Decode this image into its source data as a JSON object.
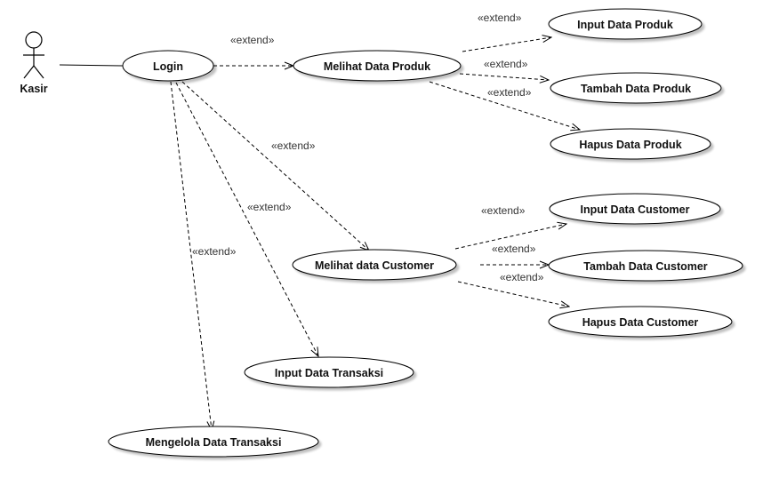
{
  "diagram": {
    "actor": {
      "name": "Kasir"
    },
    "use_cases": {
      "login": "Login",
      "melihat_produk": "Melihat Data Produk",
      "input_produk": "Input Data Produk",
      "tambah_produk": "Tambah Data Produk",
      "hapus_produk": "Hapus Data Produk",
      "melihat_customer": "Melihat data Customer",
      "input_customer": "Input Data Customer",
      "tambah_customer": "Tambah Data Customer",
      "hapus_customer": "Hapus Data Customer",
      "input_transaksi": "Input Data Transaksi",
      "mengelola_transaksi": "Mengelola Data Transaksi"
    },
    "stereotype": "«extend»"
  }
}
